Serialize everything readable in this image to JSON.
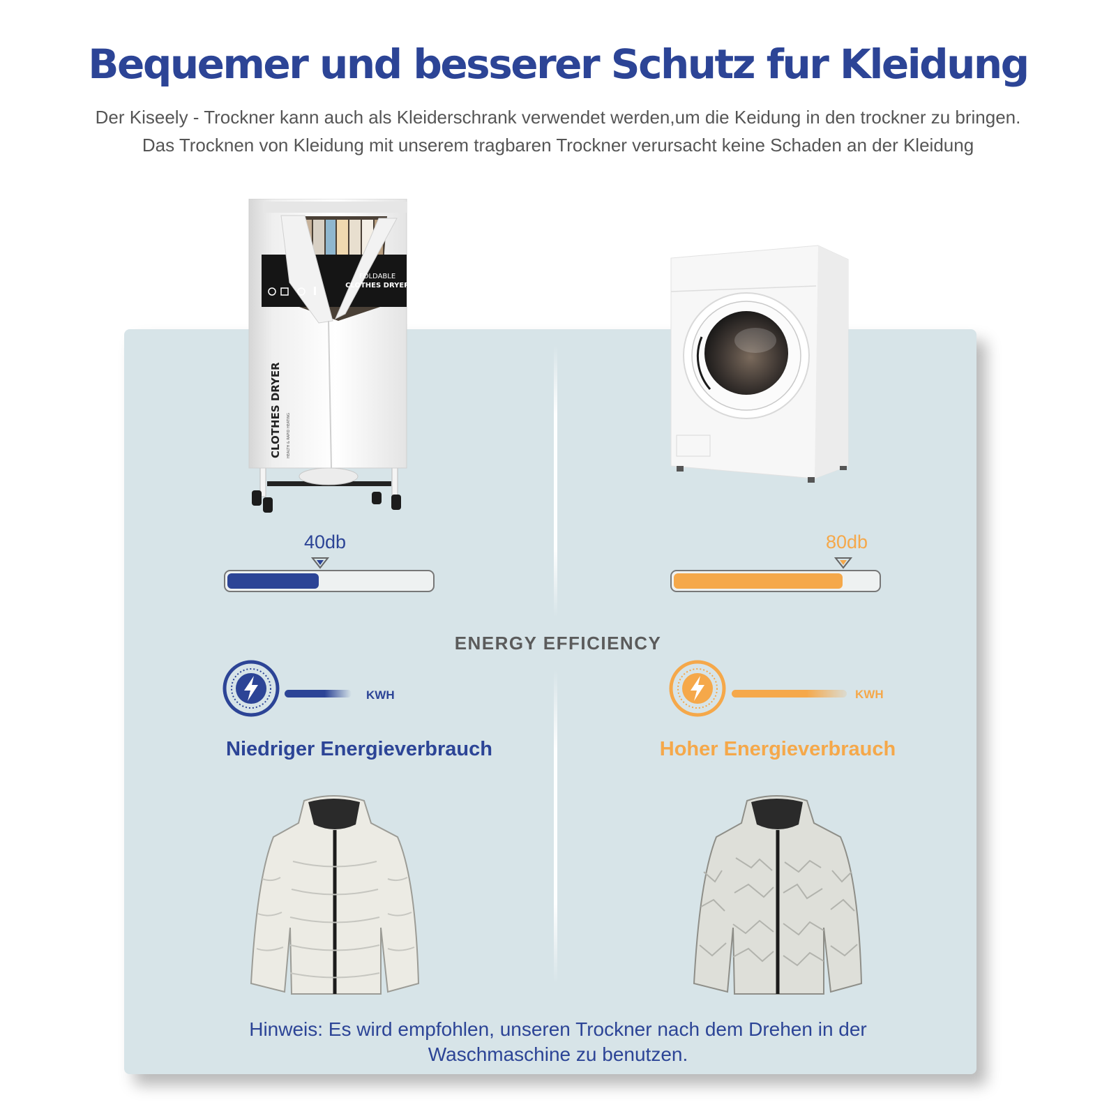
{
  "header": {
    "title": "Bequemer und besserer Schutz fur Kleidung",
    "subtitle_line1": "Der Kiseely - Trockner kann auch als Kleiderschrank verwendet werden,um die Keidung in den trockner zu bringen.",
    "subtitle_line2": "Das Trocknen von Kleidung mit unserem tragbaren Trockner verursacht keine Schaden an der Kleidung"
  },
  "products": {
    "dryer": {
      "label_main": "CLOTHES DRYER",
      "label_small": "HEALTH & RAPID HEATING",
      "top_banner_line1": "FOLDABLE",
      "top_banner_line2": "CLOTHES DRYER"
    }
  },
  "noise": {
    "left": {
      "label": "40db",
      "level": 0.45
    },
    "right": {
      "label": "80db",
      "level": 0.83
    }
  },
  "energy": {
    "heading": "ENERGY EFFICIENCY",
    "left": {
      "unit": "KWH",
      "label": "Niedriger Energieverbrauch",
      "icon": "lightning-bolt-icon"
    },
    "right": {
      "unit": "KWH",
      "label": "Hoher Energieverbrauch",
      "icon": "lightning-bolt-icon"
    }
  },
  "note": {
    "line1": "Hinweis: Es wird empfohlen, unseren Trockner nach dem Drehen in der",
    "line2": "Waschmaschine zu benutzen."
  },
  "colors": {
    "brand_blue": "#2c4496",
    "accent_orange": "#f5a84a",
    "panel_bg": "#d7e4e8",
    "text_gray": "#555555"
  }
}
